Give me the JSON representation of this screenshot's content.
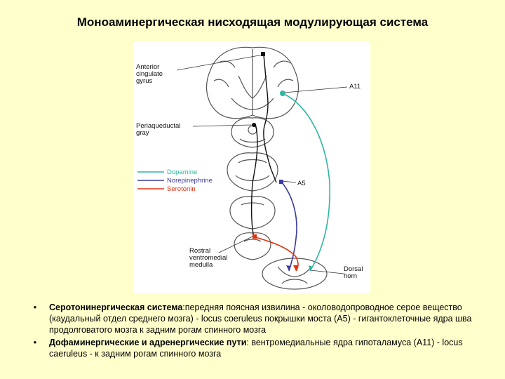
{
  "title": "Моноаминергическая нисходящая модулирующая система",
  "diagram": {
    "labels": {
      "anterior_cingulate": [
        "Anterior",
        "cingulate",
        "gyrus"
      ],
      "a11": "A11",
      "periaqueductal": [
        "Periaqueductal",
        "gray"
      ],
      "a5": "A5",
      "rostral": [
        "Rostral",
        "ventromedial",
        "medulla"
      ],
      "dorsal": [
        "Dorsal",
        "horn"
      ]
    },
    "legend": [
      {
        "name": "Dopamine",
        "color": "#2fb5a0"
      },
      {
        "name": "Norepinephrine",
        "color": "#3a3aa0"
      },
      {
        "name": "Serotonin",
        "color": "#e03010"
      }
    ]
  },
  "bullets": [
    {
      "bold": "Серотонинергическая система",
      "text": ":передняя поясная извилина - околоводопроводное серое вещество (каудальный отдел среднего мозга) - locus coeruleus покрышки моста (А5) - гигантоклеточные ядра шва продолговатого мозга к задним рогам спинного мозга"
    },
    {
      "bold": "Дофаминергические и адренергические пути",
      "text": ": вентромедиальные ядра гипоталамуса (А11) - locus caeruleus - к задним рогам спинного мозга"
    }
  ]
}
